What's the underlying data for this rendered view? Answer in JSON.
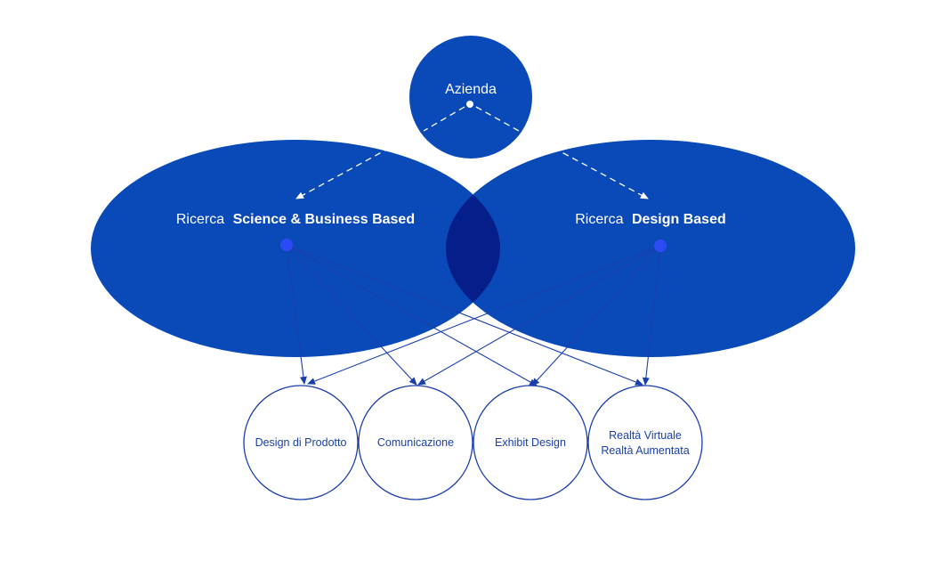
{
  "company": {
    "label": "Azienda"
  },
  "research_left": {
    "prefix": "Ricerca",
    "emphasis": "Science & Business Based"
  },
  "research_right": {
    "prefix": "Ricerca",
    "emphasis": "Design Based"
  },
  "outcomes": [
    {
      "line1": "Design di Prodotto",
      "line2": ""
    },
    {
      "line1": "Comunicazione",
      "line2": ""
    },
    {
      "line1": "Exhibit Design",
      "line2": ""
    },
    {
      "line1": "Realtà Virtuale",
      "line2": "Realtà Aumentata"
    }
  ],
  "colors": {
    "ellipse_fill": "#0a49b8",
    "overlap_fill": "#061e8a",
    "node_dot": "#2b4bf5",
    "outline": "#1b3faa",
    "arrow": "#1b3faa",
    "white": "#ffffff"
  }
}
